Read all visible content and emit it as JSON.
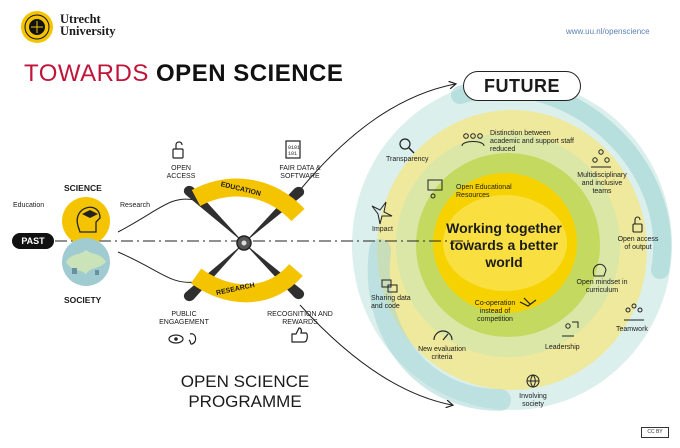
{
  "header": {
    "logo_line1": "Utrecht",
    "logo_line2": "University",
    "url": "www.uu.nl/openscience"
  },
  "title": {
    "part1": "TOWARDS ",
    "part2": "OPEN SCIENCE"
  },
  "future_label": "FUTURE",
  "past_label": "PAST",
  "left": {
    "science": "SCIENCE",
    "society": "SOCIETY",
    "education": "Education",
    "research": "Research"
  },
  "propeller": {
    "open_access": "OPEN ACCESS",
    "fair_data": "FAIR DATA & SOFTWARE",
    "public_engagement": "PUBLIC ENGAGEMENT",
    "recognition": "RECOGNITION AND REWARDS",
    "education_band": "EDUCATION",
    "research_band": "RESEARCH"
  },
  "programme": "OPEN SCIENCE PROGRAMME",
  "center_text": "Working together towards a better world",
  "spiral_items": {
    "transparency": "Transparency",
    "distinction": "Distinction between academic and support staff reduced",
    "open_edu": "Open Educational Resources",
    "multidisciplinary": "Multidisciplinary and inclusive teams",
    "impact": "Impact",
    "open_access_output": "Open access of output",
    "open_mindset": "Open mindset in curriculum",
    "sharing": "Sharing data and code",
    "cooperation": "Co-operation instead of competition",
    "teamwork": "Teamwork",
    "leadership": "Leadership",
    "new_eval": "New evaluation criteria",
    "involving": "Involving society"
  },
  "license": "CC BY",
  "colors": {
    "title_red": "#c0153a",
    "yellow": "#f5c400",
    "teal": "#9fd3d3",
    "green": "#a8c64a",
    "link": "#5b7fb8"
  }
}
